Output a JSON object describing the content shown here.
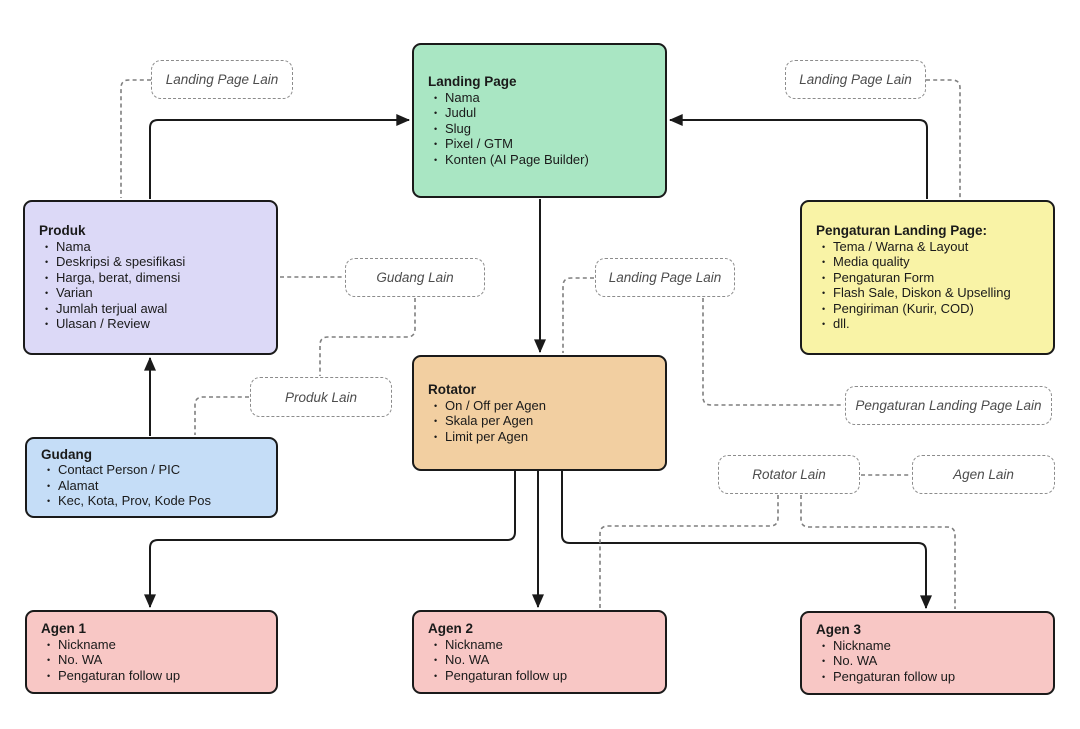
{
  "diagram": {
    "colors": {
      "background": "#ffffff",
      "node_border": "#1a1a1a",
      "node_text": "#1a1a1a",
      "connector_solid": "#1a1a1a",
      "connector_dashed": "#7f7f7f",
      "ghost_border": "#8c8c8c",
      "ghost_text": "#4d4d4d",
      "fill_green": "#a9e6c3",
      "fill_lavender": "#dcd9f7",
      "fill_yellow": "#f9f3a6",
      "fill_tan": "#f2cfa1",
      "fill_blue": "#c5ddf7",
      "fill_pink": "#f8c7c5"
    },
    "nodes": [
      {
        "id": "landing_page",
        "title": "Landing Page",
        "fill": "#a9e6c3",
        "items": [
          "Nama",
          "Judul",
          "Slug",
          "Pixel / GTM",
          "Konten (AI Page Builder)"
        ]
      },
      {
        "id": "produk",
        "title": "Produk",
        "fill": "#dcd9f7",
        "items": [
          "Nama",
          "Deskripsi & spesifikasi",
          "Harga, berat, dimensi",
          "Varian",
          "Jumlah terjual awal",
          "Ulasan / Review"
        ]
      },
      {
        "id": "pengaturan_landing_page",
        "title": "Pengaturan Landing Page:",
        "fill": "#f9f3a6",
        "items": [
          "Tema / Warna & Layout",
          "Media quality",
          "Pengaturan Form",
          "Flash Sale, Diskon & Upselling",
          "Pengiriman (Kurir, COD)",
          "dll."
        ]
      },
      {
        "id": "rotator",
        "title": "Rotator",
        "fill": "#f2cfa1",
        "items": [
          "On / Off per Agen",
          "Skala per Agen",
          "Limit per Agen"
        ]
      },
      {
        "id": "gudang",
        "title": "Gudang",
        "fill": "#c5ddf7",
        "items": [
          "Contact Person / PIC",
          "Alamat",
          "Kec, Kota, Prov, Kode Pos"
        ]
      },
      {
        "id": "agen_1",
        "title": "Agen 1",
        "fill": "#f8c7c5",
        "items": [
          "Nickname",
          "No. WA",
          "Pengaturan follow up"
        ]
      },
      {
        "id": "agen_2",
        "title": "Agen 2",
        "fill": "#f8c7c5",
        "items": [
          "Nickname",
          "No. WA",
          "Pengaturan follow up"
        ]
      },
      {
        "id": "agen_3",
        "title": "Agen 3",
        "fill": "#f8c7c5",
        "items": [
          "Nickname",
          "No. WA",
          "Pengaturan follow up"
        ]
      }
    ],
    "ghost_nodes": [
      {
        "id": "landing_page_lain_top_left",
        "label": "Landing Page Lain"
      },
      {
        "id": "landing_page_lain_top_right",
        "label": "Landing Page Lain"
      },
      {
        "id": "gudang_lain",
        "label": "Gudang Lain"
      },
      {
        "id": "landing_page_lain_center",
        "label": "Landing Page Lain"
      },
      {
        "id": "produk_lain",
        "label": "Produk Lain"
      },
      {
        "id": "pengaturan_landing_page_lain",
        "label": "Pengaturan Landing Page Lain"
      },
      {
        "id": "rotator_lain",
        "label": "Rotator Lain"
      },
      {
        "id": "agen_lain",
        "label": "Agen Lain"
      }
    ]
  }
}
